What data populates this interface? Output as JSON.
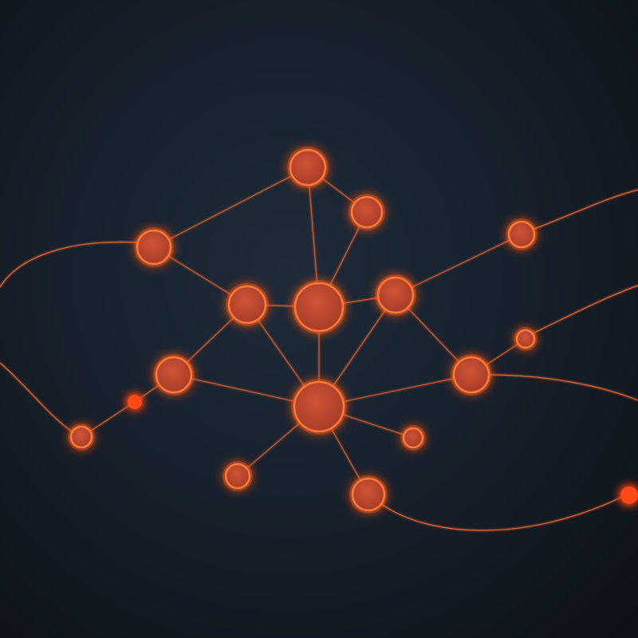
{
  "diagram": {
    "type": "network-graph",
    "labels": "none",
    "colors": {
      "background": "#141b25",
      "edge": "#e0622f",
      "node_fill": "#c14a2f",
      "node_stroke": "#ff7a35",
      "node_glow": "#ff5a1f",
      "dot_fill": "#ff4a14"
    },
    "node_count": 19,
    "edge_count": 27
  }
}
